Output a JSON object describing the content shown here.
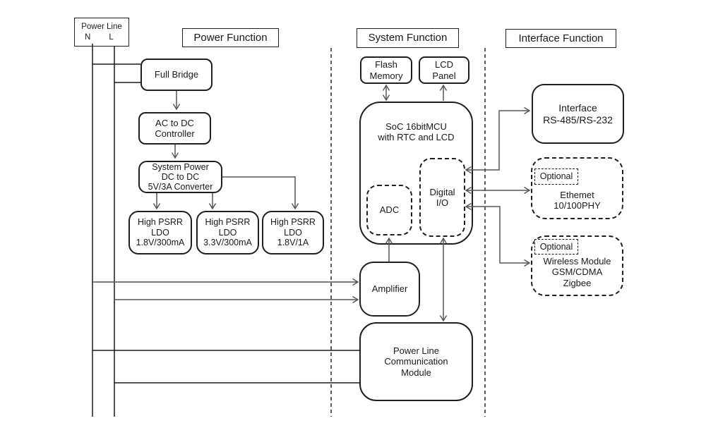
{
  "power_line": {
    "title": "Power Line",
    "n": "N",
    "l": "L"
  },
  "sections": {
    "power": "Power Function",
    "system": "System Function",
    "interface": "Interface Function"
  },
  "blocks": {
    "full_bridge": "Full Bridge",
    "ac_dc": "AC to DC\nController",
    "sys_power": "System Power\nDC to DC\n5V/3A Converter",
    "ldo1": "High PSRR\nLDO\n1.8V/300mA",
    "ldo2": "High PSRR\nLDO\n3.3V/300mA",
    "ldo3": "High PSRR\nLDO\n1.8V/1A",
    "flash": "Flash\nMemory",
    "lcd": "LCD\nPanel",
    "soc": "SoC 16bitMCU\nwith RTC and LCD",
    "adc": "ADC",
    "digital_io": "Digital\nI/O",
    "amplifier": "Amplifier",
    "plc": "Power Line\nCommunication\nModule",
    "rs_interface": "Interface\nRS-485/RS-232",
    "ethernet": "Ethemet\n10/100PHY",
    "ethernet_optional": "Optional",
    "wireless": "Wireless Module\nGSM/CDMA\nZigbee",
    "wireless_optional": "Optional"
  },
  "colors": {
    "box_border": "#1f1f1f",
    "connector": "#555555",
    "background": "#ffffff"
  }
}
